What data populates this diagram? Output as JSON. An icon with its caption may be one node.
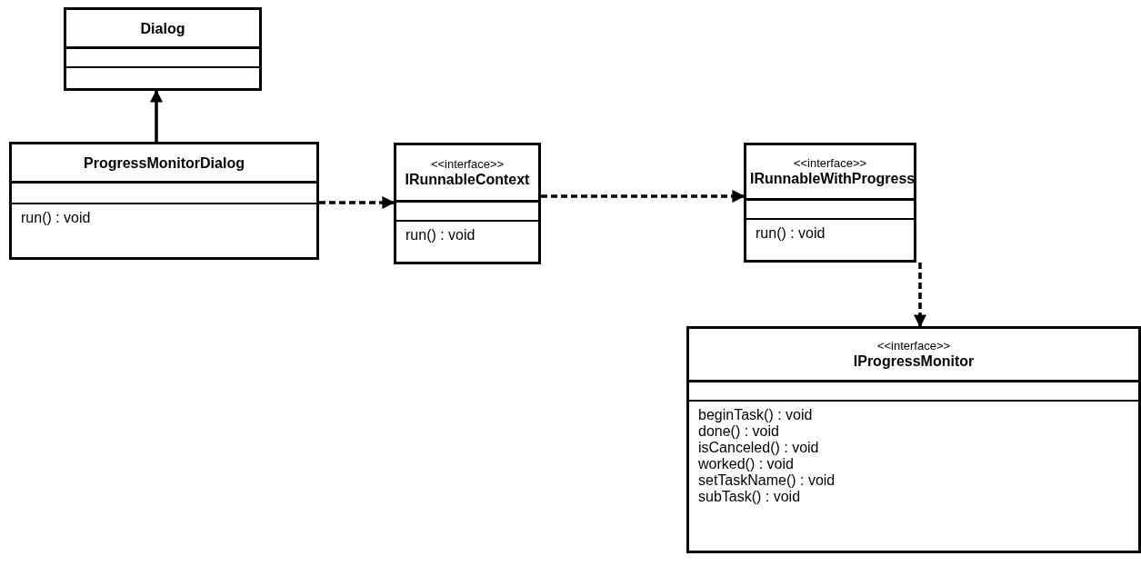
{
  "diagram": {
    "nodes": [
      {
        "text": [
          "Dialog"
        ]
      },
      {
        "text": [
          "ProgressMonitorDialog",
          "run() : void"
        ]
      },
      {
        "text": [
          "<<interface>>",
          "IRunnableContext",
          "run() : void"
        ]
      },
      {
        "text": [
          "<<interface>>",
          "IRunnableWithProgress",
          "run() : void"
        ]
      },
      {
        "text": [
          "<<interface>>",
          "IProgressMonitor",
          "beginTask() : void",
          "done() : void",
          "isCanceled() : void",
          "worked() : void",
          "setTaskName() : void",
          "subTask() : void"
        ]
      }
    ],
    "edges": [
      {
        "from": 1,
        "to": 0,
        "arrow": "to"
      },
      {
        "from": 1,
        "to": 2,
        "arrow": "to",
        "style": "dashed"
      },
      {
        "from": 2,
        "to": 3,
        "arrow": "to",
        "style": "dashed"
      },
      {
        "from": 3,
        "to": 4,
        "arrow": "to",
        "style": "dashed"
      }
    ]
  }
}
